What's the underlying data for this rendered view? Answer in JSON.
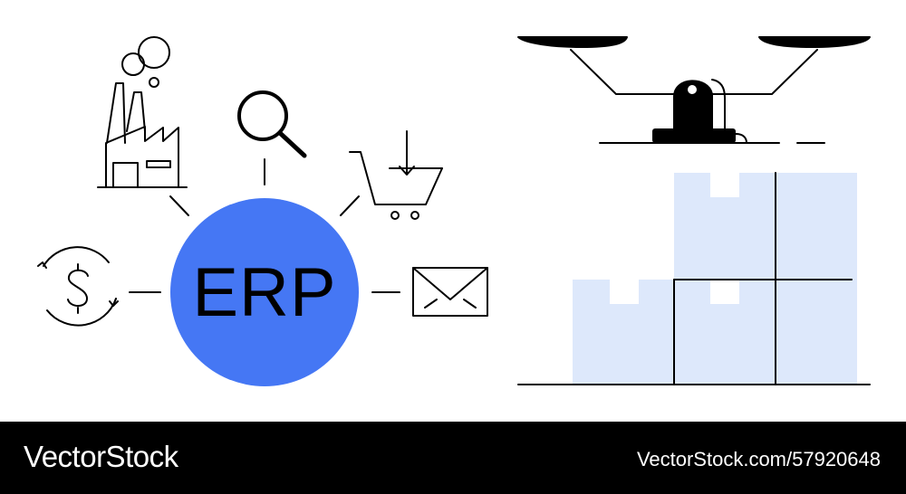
{
  "erp": {
    "label": "ERP",
    "circle_color": "#4577f4"
  },
  "colors": {
    "stroke": "#000000",
    "box_fill": "#dde8fb"
  },
  "icons": {
    "factory": "factory-icon",
    "search": "magnifier-icon",
    "cart": "shopping-cart-icon",
    "dollar": "dollar-exchange-icon",
    "mail": "envelope-icon",
    "drone": "drone-icon",
    "boxes": "stacked-boxes-icon"
  },
  "footer": {
    "brand": "VectorStock",
    "id": "VectorStock.com/57920648"
  }
}
